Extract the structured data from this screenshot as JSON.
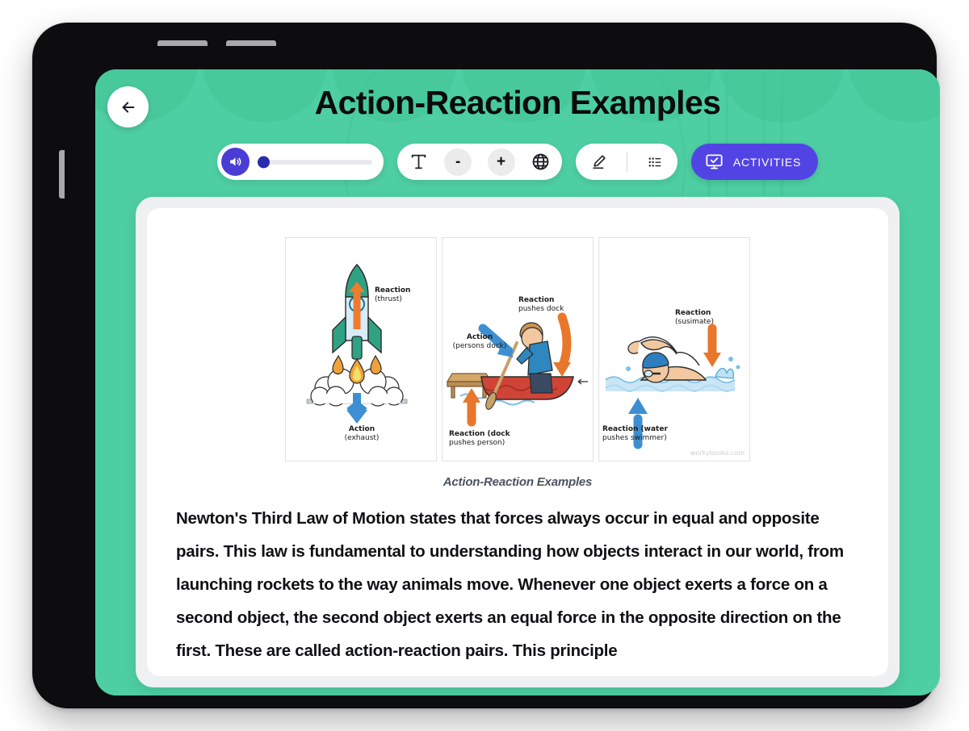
{
  "device": {
    "type": "tablet",
    "buttons": [
      "volume-up",
      "volume-down",
      "power"
    ]
  },
  "header": {
    "title": "Action-Reaction Examples",
    "back_icon": "arrow-left-icon",
    "background_color": "#4ECFA3"
  },
  "toolbar": {
    "audio": {
      "speaker_icon": "speaker-volume-icon",
      "speaker_color": "#4A3DD6",
      "slider_value": 0,
      "slider_thumb_color": "#2B2BAF",
      "slider_track_color": "#E8E8EE"
    },
    "text_size": {
      "text_format_icon": "text-format-icon",
      "decrease_label": "-",
      "increase_label": "+",
      "language_icon": "globe-icon"
    },
    "tools": {
      "pen_icon": "pen-edit-icon",
      "list_icon": "list-view-icon"
    },
    "activities": {
      "label": "ACTIVITIES",
      "icon": "monitor-check-icon",
      "color": "#5244E4",
      "text_color": "#FFFFFF"
    }
  },
  "content": {
    "figure": {
      "caption": "Action-Reaction Examples",
      "watermark": "workybooks.com",
      "panels": [
        {
          "name": "rocket-launch",
          "labels": [
            {
              "bold": "Reaction",
              "normal": "(thrust)"
            },
            {
              "bold": "Action",
              "normal": "(exhaust)"
            }
          ],
          "arrow_colors": [
            "#F07B2D",
            "#3D8FD1"
          ]
        },
        {
          "name": "person-rowing-boat",
          "labels": [
            {
              "bold": "Reaction",
              "normal": "pushes dock"
            },
            {
              "bold": "Action",
              "normal": "(persons dock)"
            },
            {
              "bold": "Reaction (dock",
              "normal": "pushes person)"
            }
          ],
          "arrow_colors": [
            "#E8772B",
            "#3D8FD1"
          ]
        },
        {
          "name": "swimmer-in-water",
          "labels": [
            {
              "bold": "Reaction",
              "normal": "(susimate)"
            },
            {
              "bold": "Reaction (water",
              "normal": "pushes swimmer)"
            }
          ],
          "arrow_colors": [
            "#E8772B",
            "#3D8FD1"
          ]
        }
      ]
    },
    "body_paragraph": "Newton's Third Law of Motion states that forces always occur in equal and opposite pairs. This law is fundamental to understanding how objects interact in our world, from launching rockets to the way animals move. Whenever one object exerts a force on a second object, the second object exerts an equal force in the opposite direction on the first. These are called action-reaction pairs. This principle"
  }
}
